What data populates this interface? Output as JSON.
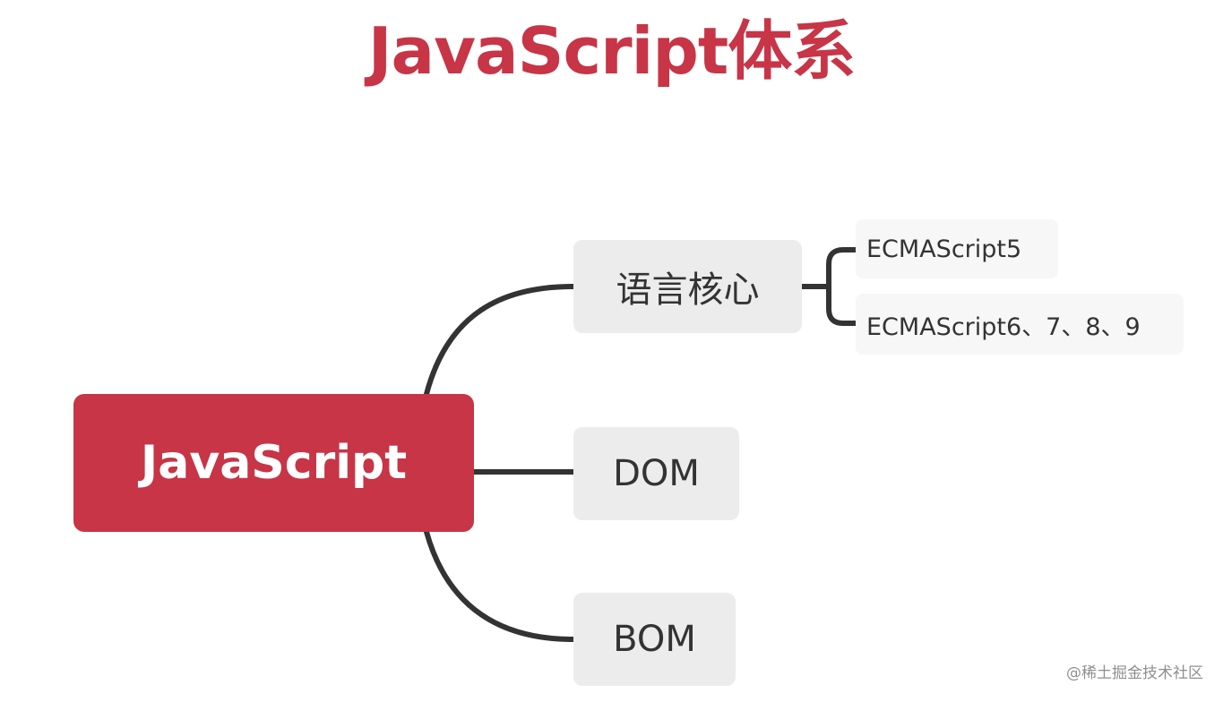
{
  "title": "JavaScript体系",
  "colors": {
    "accent": "#c73547",
    "branch_bg": "#ececec",
    "leaf_bg": "#f7f7f7",
    "connector": "#333333"
  },
  "mindmap": {
    "root": "JavaScript",
    "branches": [
      {
        "label": "语言核心",
        "children": [
          "ECMAScript5",
          "ECMAScript6、7、8、9"
        ]
      },
      {
        "label": "DOM"
      },
      {
        "label": "BOM"
      }
    ]
  },
  "watermark": "@稀土掘金技术社区"
}
